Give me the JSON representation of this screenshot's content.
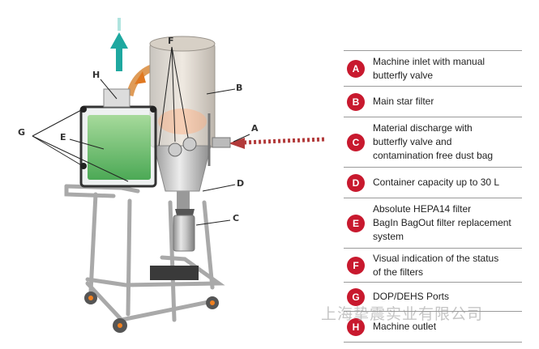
{
  "callouts": [
    "F",
    "H",
    "B",
    "G",
    "E",
    "A",
    "D",
    "C"
  ],
  "legend": [
    {
      "letter": "A",
      "text": "Machine inlet with manual\nbutterfly valve"
    },
    {
      "letter": "B",
      "text": "Main star filter"
    },
    {
      "letter": "C",
      "text": "Material discharge with\nbutterfly valve and\ncontamination free dust bag"
    },
    {
      "letter": "D",
      "text": "Container capacity up to 30 L"
    },
    {
      "letter": "E",
      "text": "Absolute HEPA14 filter\nBagIn BagOut filter replacement\nsystem"
    },
    {
      "letter": "F",
      "text": "Visual indication of the status\nof the filters"
    },
    {
      "letter": "G",
      "text": "DOP/DEHS Ports"
    },
    {
      "letter": "H",
      "text": "Machine outlet"
    }
  ],
  "watermark": "上海挚震实业有限公司",
  "colors": {
    "badge": "#c8192e",
    "arrow_out": "#1ea8a0",
    "arrow_in": "#b23a3a",
    "filter_green": "#4cb84a"
  }
}
